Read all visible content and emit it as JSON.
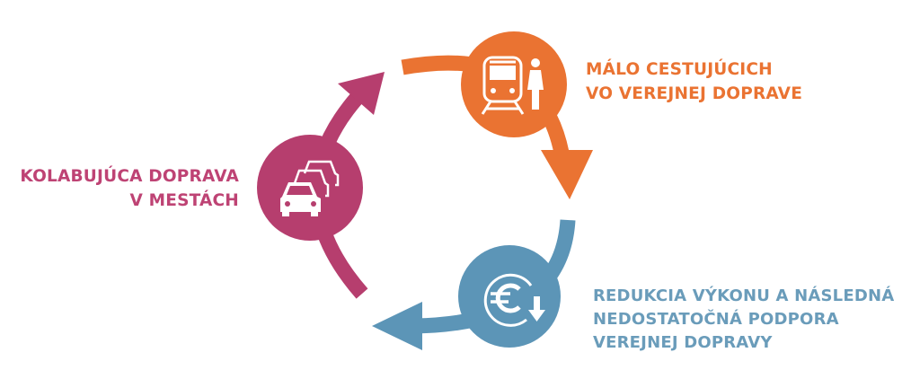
{
  "colors": {
    "orange": "#EA7332",
    "blue": "#5C95B7",
    "magenta": "#B63E6E",
    "icon": "#ffffff"
  },
  "nodes": [
    {
      "id": "few-passengers",
      "icon": "train-and-person-icon",
      "lines": [
        "MÁLO CESTUJÚCICH",
        "VO VEREJNEJ DOPRAVE"
      ]
    },
    {
      "id": "reduced-service",
      "icon": "euro-decrease-icon",
      "lines": [
        "REDUKCIA VÝKONU A NÁSLEDNÁ",
        "NEDOSTATOČNÁ PODPORA",
        "VEREJNEJ DOPRAVY"
      ]
    },
    {
      "id": "congestion",
      "icon": "traffic-jam-cars-icon",
      "lines": [
        "KOLABUJÚCA DOPRAVA",
        "V MESTÁCH"
      ]
    }
  ]
}
